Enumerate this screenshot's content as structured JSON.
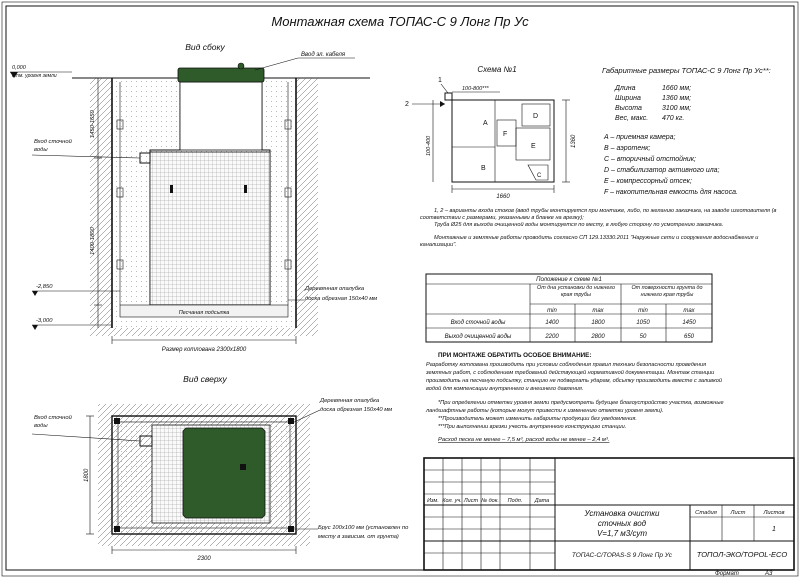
{
  "title": "Монтажная схема ТОПАС-С 9 Лонг Пр Ус",
  "side_view": {
    "label": "Вид сбоку",
    "cable_entry": "Ввод эл. кабеля",
    "ground_level_value": "0,000",
    "ground_level_text": "отм. уровня земли",
    "level_2850": "-2,850",
    "level_3000": "-3,000",
    "inlet_line1": "Вход сточной",
    "inlet_line2": "воды",
    "dim_top": "1450-1650",
    "dim_inlet": "1400-1800",
    "formwork_line1": "Деревянная опалубка",
    "formwork_line2": "доска обрезная 150х40 мм",
    "sand_bed": "Песчаная подсыпка",
    "pit_size": "Размер котлована 2300х1800"
  },
  "top_view": {
    "label": "Вид сверху",
    "inlet_line1": "Вход сточной",
    "inlet_line2": "воды",
    "formwork_line1": "Деревянная опалубка",
    "formwork_line2": "доска обрезная 150х40 мм",
    "dim_width": "2300",
    "dim_height": "1800",
    "beam_line1": "Брус 100х100 мм (установлен по",
    "beam_line2": "месту в зависим. от грунта)"
  },
  "scheme": {
    "label": "Схема №1",
    "marker1": "1",
    "marker2": "2",
    "dim_top": "100-800***",
    "dim_side": "100-400",
    "dim_length": "1660",
    "dim_width": "1360",
    "compartments": [
      "A",
      "B",
      "C",
      "D",
      "E",
      "F"
    ]
  },
  "dimensions": {
    "heading": "Габаритные размеры ТОПАС-С 9 Лонг Пр Ус**:",
    "rows": [
      {
        "label": "Длина",
        "value": "1660 мм;"
      },
      {
        "label": "Ширина",
        "value": "1360 мм;"
      },
      {
        "label": "Высота",
        "value": "3100 мм;"
      },
      {
        "label": "Вес, макс.",
        "value": "470 кг."
      }
    ]
  },
  "legend": [
    "A – приемная камера;",
    "B – аэротенк;",
    "C – вторичный отстойник;",
    "D – стабилизатор активного ила;",
    "E – компрессорный отсек;",
    "F – накопительная емкость для насоса."
  ],
  "notes": [
    "1, 2 – варианты входа стоков (ввод трубы монтируется при монтаже, либо, по желанию заказчика, на заводе изготовителя (в соответствии с размерами, указанными в бланке на врезку);",
    "Труба Ø25 для выхода очищенной воды монтируется по месту, в любую сторону по усмотрению заказчика.",
    "Монтажные и земляные работы проводить согласно СП 129.13330.2011 \"Наружные сети и сооружения водоснабжения и канализации\"."
  ],
  "table": {
    "caption": "Положение к схеме №1",
    "group1": "От дна установки до нижнего края трубы",
    "group2": "От поверхности грунта до нижнего края трубы",
    "subheaders": [
      "min",
      "max",
      "min",
      "max"
    ],
    "rows": [
      {
        "label": "Вход сточной воды",
        "values": [
          "1400",
          "1800",
          "1050",
          "1450"
        ]
      },
      {
        "label": "Выход очищенной воды",
        "values": [
          "2200",
          "2800",
          "50",
          "650"
        ]
      }
    ]
  },
  "attention": {
    "heading": "ПРИ МОНТАЖЕ ОБРАТИТЬ ОСОБОЕ ВНИМАНИЕ:",
    "lines": [
      "Разработку котлована производить при условии соблюдения правил техники безопасности проведения",
      "земляных работ, с соблюдением требований действующей нормативной документации. Монтаж станции",
      "производить на песчаную подсыпку, станцию не подвергать ударам, обсыпку производить вместе с заливкой",
      "водой для компенсации внутреннего и внешнего давления."
    ],
    "note_star1": "*При определении отметки уровня земли предусмотреть будущее благоустройство участка, возможные",
    "note_star1b": "ландшафтные работы (которые могут привести к изменению отметки уровня земли).",
    "note_star2": "**Производитель может изменить габариты продукции без уведомления.",
    "note_star3": "***При выполнении врезки учесть внутреннюю конструкцию станции.",
    "flow": "Расход песка не менее – 7,5 м³, расход воды не менее – 2,4 м³."
  },
  "title_block": {
    "cols": [
      "Изм.",
      "Кол. уч.",
      "Лист",
      "№ док.",
      "Подп.",
      "Дата"
    ],
    "name_line1": "Установка очистки",
    "name_line2": "сточных вод",
    "name_line3": "V=1,7 м3/сут",
    "stage_header": "Стадия",
    "sheet_header": "Лист",
    "sheets_header": "Листов",
    "sheets_value": "1",
    "product": "ТОПАС-С/TOPAS-S 9 Лонг Пр Ус",
    "company": "ТОПОЛ-ЭКО/TOPOL-ECO",
    "format_label": "Формат",
    "format_value": "А3"
  }
}
